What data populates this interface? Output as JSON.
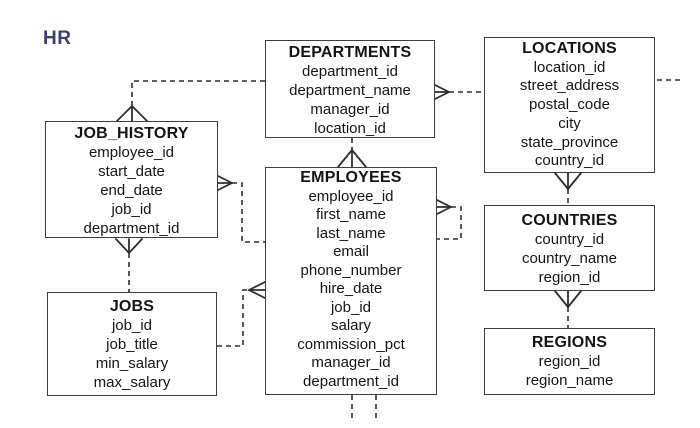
{
  "diagram": {
    "label": "HR",
    "label_color": "#3a3f73",
    "box_border_color": "#3d3d3d",
    "line_color": "#2e2e2e",
    "background_color": "#fdfdfd"
  },
  "entities": [
    {
      "id": "job_history",
      "title": "JOB_HISTORY",
      "fields": [
        "employee_id",
        "start_date",
        "end_date",
        "job_id",
        "department_id"
      ]
    },
    {
      "id": "departments",
      "title": "DEPARTMENTS",
      "fields": [
        "department_id",
        "department_name",
        "manager_id",
        "location_id"
      ]
    },
    {
      "id": "locations",
      "title": "LOCATIONS",
      "fields": [
        "location_id",
        "street_address",
        "postal_code",
        "city",
        "state_province",
        "country_id"
      ]
    },
    {
      "id": "employees",
      "title": "EMPLOYEES",
      "fields": [
        "employee_id",
        "first_name",
        "last_name",
        "email",
        "phone_number",
        "hire_date",
        "job_id",
        "salary",
        "commission_pct",
        "manager_id",
        "department_id"
      ]
    },
    {
      "id": "countries",
      "title": "COUNTRIES",
      "fields": [
        "country_id",
        "country_name",
        "region_id"
      ]
    },
    {
      "id": "jobs",
      "title": "JOBS",
      "fields": [
        "job_id",
        "job_title",
        "min_salary",
        "max_salary"
      ]
    },
    {
      "id": "regions",
      "title": "REGIONS",
      "fields": [
        "region_id",
        "region_name"
      ]
    }
  ],
  "relationships": [
    {
      "from": "DEPARTMENTS",
      "to": "JOB_HISTORY",
      "many_end": "JOB_HISTORY",
      "style": "dashed"
    },
    {
      "from": "EMPLOYEES",
      "to": "JOB_HISTORY",
      "many_end": "JOB_HISTORY",
      "style": "dashed"
    },
    {
      "from": "JOBS",
      "to": "JOB_HISTORY",
      "many_end": "JOB_HISTORY",
      "style": "dashed"
    },
    {
      "from": "JOBS",
      "to": "EMPLOYEES",
      "many_end": "EMPLOYEES",
      "style": "dashed"
    },
    {
      "from": "DEPARTMENTS",
      "to": "EMPLOYEES",
      "many_end": "EMPLOYEES",
      "style": "dashed"
    },
    {
      "from": "LOCATIONS",
      "to": "DEPARTMENTS",
      "many_end": "DEPARTMENTS",
      "style": "dashed"
    },
    {
      "from": "EMPLOYEES",
      "to": "EMPLOYEES",
      "many_end": "EMPLOYEES",
      "style": "dashed",
      "note": "self-reference loop on right side"
    },
    {
      "from": "COUNTRIES",
      "to": "LOCATIONS",
      "many_end": "LOCATIONS",
      "style": "dashed"
    },
    {
      "from": "REGIONS",
      "to": "COUNTRIES",
      "many_end": "COUNTRIES",
      "style": "dashed"
    },
    {
      "from": "LOCATIONS",
      "to": "(off-canvas right)",
      "many_end": "",
      "style": "dashed"
    },
    {
      "from": "EMPLOYEES",
      "to": "(off-canvas bottom)",
      "many_end": "",
      "style": "dashed"
    }
  ]
}
